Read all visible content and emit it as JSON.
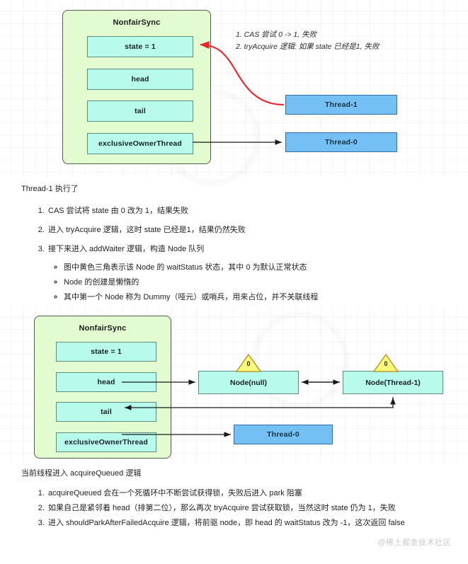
{
  "diagram_one": {
    "sync": {
      "title": "NonfairSync",
      "fields": [
        "state = 1",
        "head",
        "tail",
        "exclusiveOwnerThread"
      ]
    },
    "threads": [
      {
        "label": "Thread-1"
      },
      {
        "label": "Thread-0"
      }
    ],
    "annotation": [
      "1. CAS 尝试 0 -> 1, 失败",
      "2. tryAcquire 逻辑: 如果 state 已经是1, 失败"
    ],
    "colors": {
      "container_fill": "#e2fbcf",
      "field_fill": "#b6fbeb",
      "thread_fill": "#74c0f5",
      "red_arrow": "#e8242a"
    }
  },
  "section_one": {
    "lead": "Thread-1 执行了",
    "steps": [
      "CAS 尝试将 state 由 0 改为 1，结果失败",
      "进入 tryAcquire 逻辑，这时 state 已经是1，结果仍然失败",
      "接下来进入 addWaiter 逻辑，构造 Node 队列"
    ],
    "sub_notes": [
      "图中黄色三角表示该 Node 的 waitStatus 状态，其中 0 为默认正常状态",
      "Node 的创建是懒惰的",
      "其中第一个 Node 称为 Dummy（哑元）或哨兵，用来占位，并不关联线程"
    ]
  },
  "diagram_two": {
    "sync": {
      "title": "NonfairSync",
      "fields": [
        "state = 1",
        "head",
        "tail",
        "exclusiveOwnerThread"
      ]
    },
    "nodes": [
      {
        "label": "Node(null)",
        "wait_status": "0"
      },
      {
        "label": "Node(Thread-1)",
        "wait_status": "0"
      }
    ],
    "threads": [
      {
        "label": "Thread-0"
      }
    ]
  },
  "section_two": {
    "lead": "当前线程进入 acquireQueued 逻辑",
    "steps": [
      "acquireQueued 会在一个死循环中不断尝试获得锁，失败后进入 park 阻塞",
      "如果自己是紧邻着 head（排第二位），那么再次 tryAcquire 尝试获取锁，当然这时 state 仍为 1，失败",
      "进入 shouldParkAfterFailedAcquire 逻辑，将前驱 node，即 head 的 waitStatus 改为 -1，这次返回 false"
    ]
  },
  "footer": {
    "credit": "@稀土掘金技术社区"
  }
}
